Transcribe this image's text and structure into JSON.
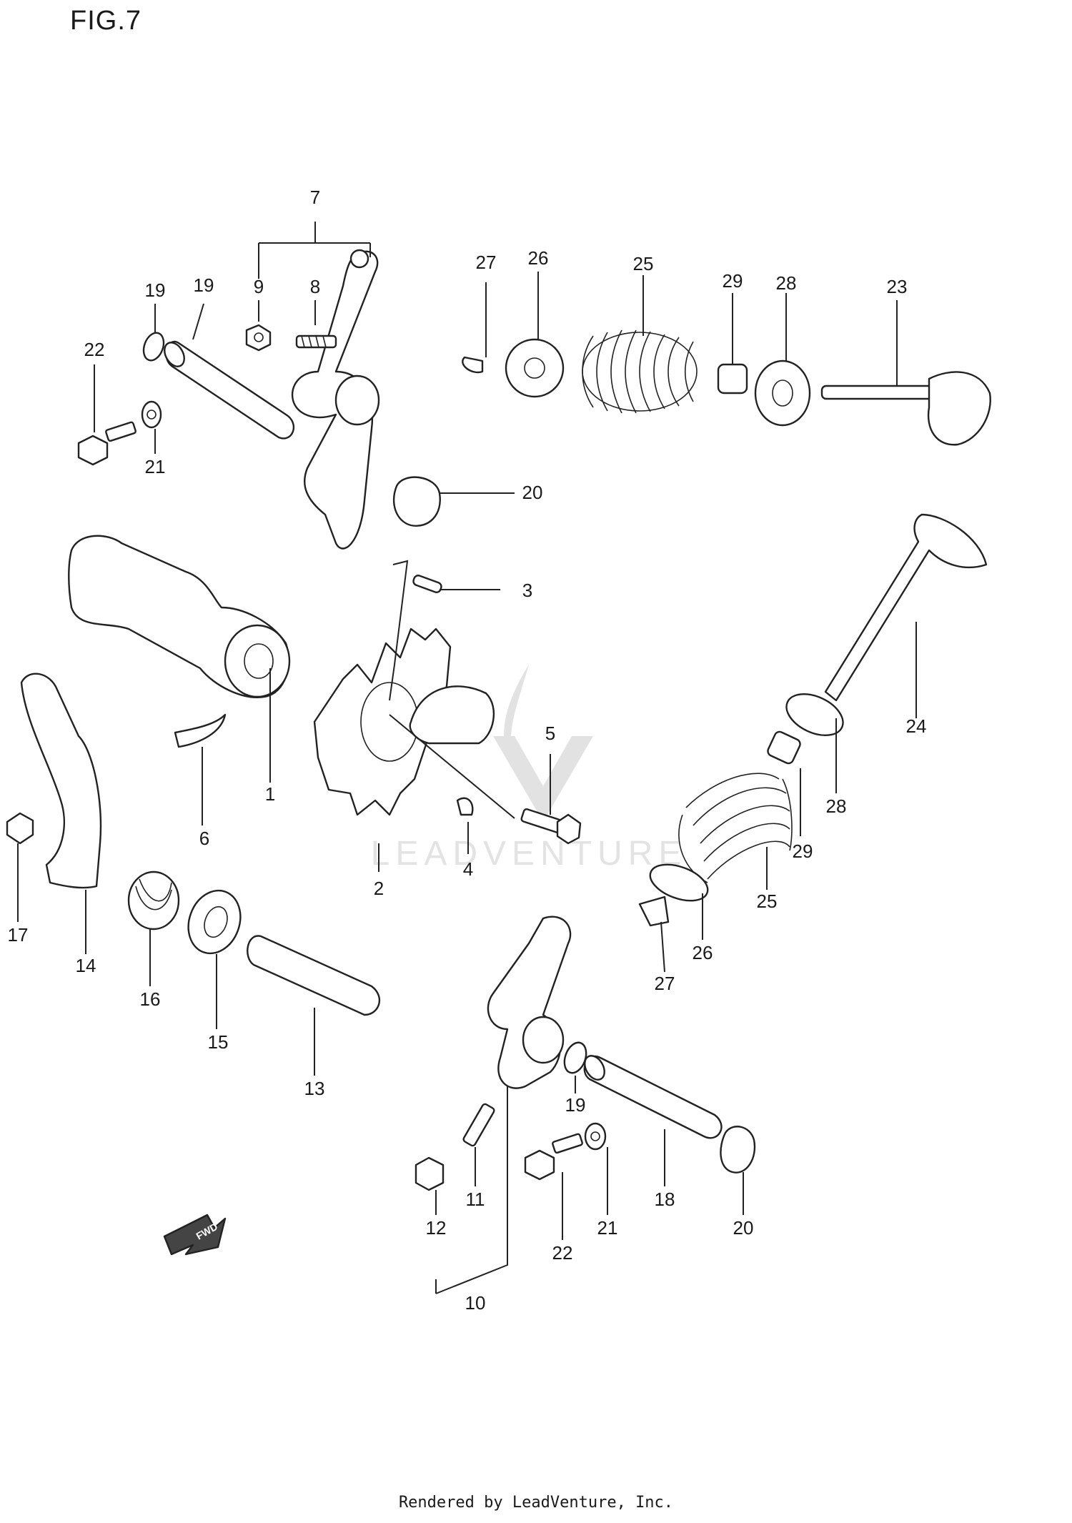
{
  "title": "FIG.7",
  "footer": "Rendered by LeadVenture, Inc.",
  "watermark": "LEADVENTURE",
  "fwd_label": "FWD",
  "callouts": [
    "1",
    "2",
    "3",
    "4",
    "5",
    "6",
    "7",
    "8",
    "9",
    "10",
    "11",
    "12",
    "13",
    "14",
    "15",
    "16",
    "17",
    "18",
    "19",
    "19",
    "20",
    "20",
    "21",
    "21",
    "22",
    "22",
    "23",
    "24",
    "25",
    "25",
    "26",
    "26",
    "27",
    "27",
    "28",
    "28",
    "29",
    "29"
  ]
}
